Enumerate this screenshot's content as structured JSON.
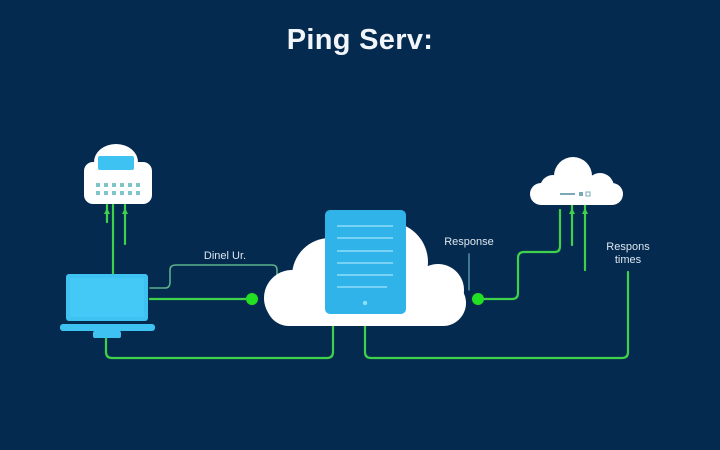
{
  "title": "Ping Serv:",
  "labels": {
    "client_url": "Dinel Ur.",
    "response": "Response",
    "response_times_line1": "Respons",
    "response_times_line2": "times"
  },
  "nodes": {
    "left_server": "cloud-server",
    "client": "computer",
    "center": "cloud-document-server",
    "right_cloud": "cloud-storage"
  },
  "colors": {
    "background": "#042a4f",
    "line": "#3fd14a",
    "node_dot": "#22e022",
    "device_blue": "#3ec2f2",
    "cloud_white": "#ffffff"
  }
}
